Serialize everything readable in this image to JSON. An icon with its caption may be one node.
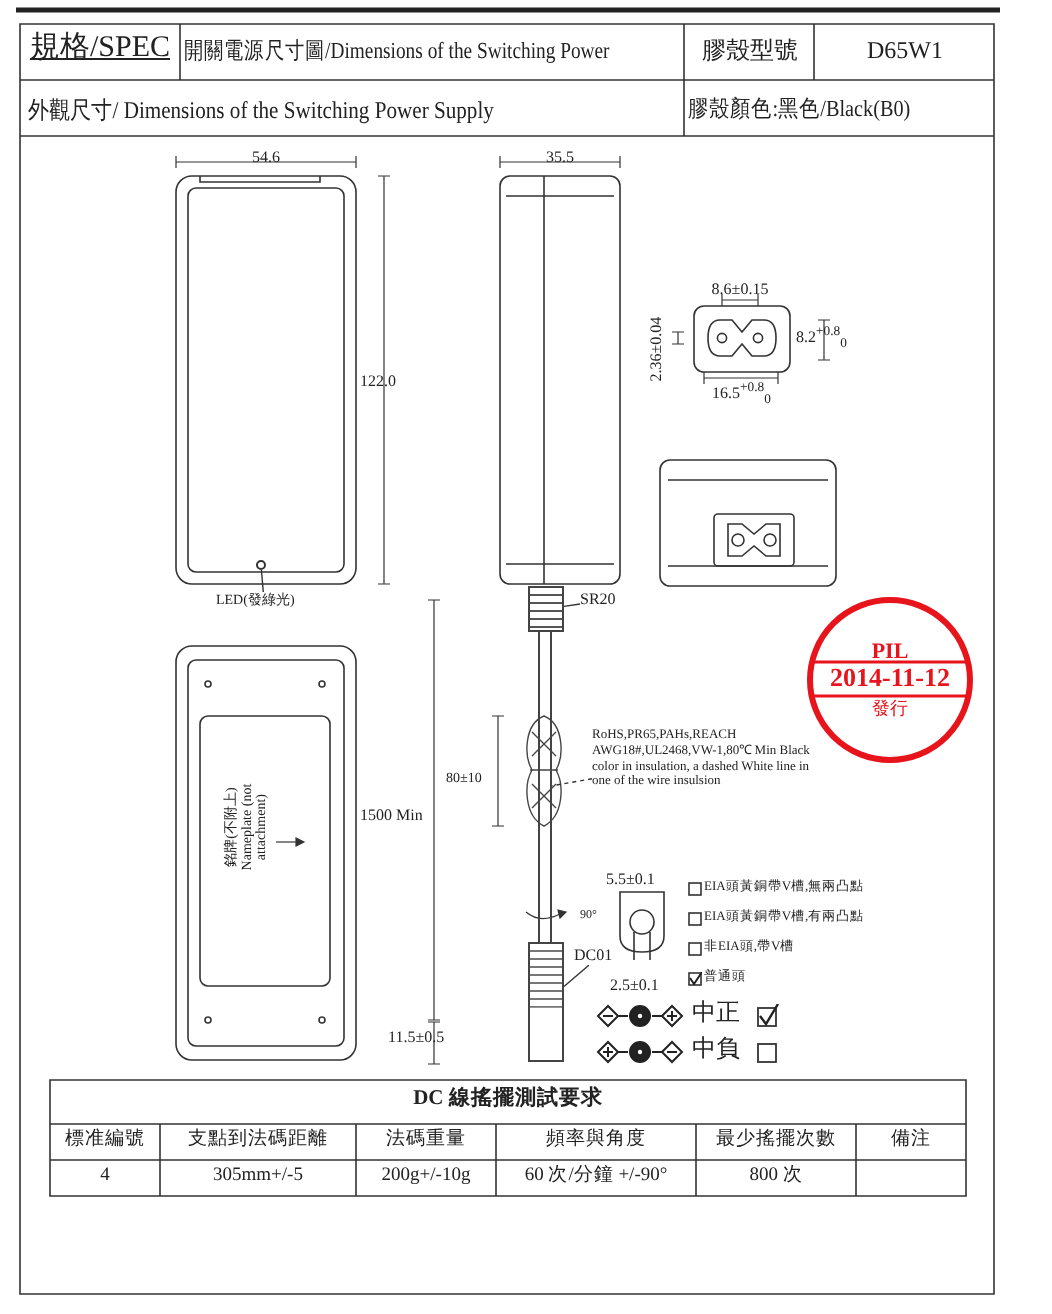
{
  "diagram": {
    "nodes": [
      {
        "text": [
          "LED(發綠光)"
        ]
      },
      {
        "text": [],
        "shape": "circle"
      },
      {
        "text": [
          "SR20"
        ]
      },
      {
        "text": [],
        "shape": "box"
      },
      {
        "text": [
          "RoHS,PR65,PAHs,REACH AWG18#,UL2468,VW-1,80℃ Min Black color in insulation, a dashed White line in one of the wire insulsion"
        ]
      },
      {
        "text": [],
        "shape": "bar"
      },
      {
        "text": [
          "DC01"
        ]
      },
      {
        "text": [],
        "shape": "box"
      }
    ],
    "edges": [
      {
        "from": 0,
        "to": 1,
        "arrow": "none"
      },
      {
        "from": 2,
        "to": 3,
        "arrow": "none"
      },
      {
        "from": 4,
        "to": 5,
        "arrow": "none",
        "style": "dashed"
      },
      {
        "from": 6,
        "to": 7,
        "arrow": "none"
      }
    ],
    "labels": [
      "規格/SPEC",
      "開關電源尺寸圖/Dimensions of the Switching Power",
      "膠殼型號",
      "D65W1",
      "外觀尺寸/ Dimensions of the Switching Power Supply",
      "膠殼顏色:黑色/Black(B0)",
      "54.6",
      "35.5",
      "122.0",
      "8.6±0.15",
      "2.36±0.04",
      "8.2$^{+0.8}$$_{0}$",
      "16.5$^{+0.8}$$_{0}$",
      "銘牌(不附上)",
      "Nameplate (not attachment)",
      "80±10",
      "1500 Min",
      "90°",
      "5.5±0.1",
      "EIA頭黃銅帶V槽,無兩凸點",
      "EIA頭黃銅帶V槽,有兩凸點",
      "非EIA頭,帶V槽",
      "2.5±0.1",
      "普通頭",
      "11.5±0.5",
      "中正",
      "中負",
      "PIL",
      "2014-11-12",
      "發行",
      "DC 線搖擺測試要求",
      "標准編號",
      "支點到法碼距離",
      "法碼重量",
      "頻率與角度",
      "最少搖擺次數",
      "備注",
      "4",
      "305mm+/-5",
      "200g+/-10g",
      "60 次/分鐘 +/-90°",
      "800 次"
    ]
  }
}
